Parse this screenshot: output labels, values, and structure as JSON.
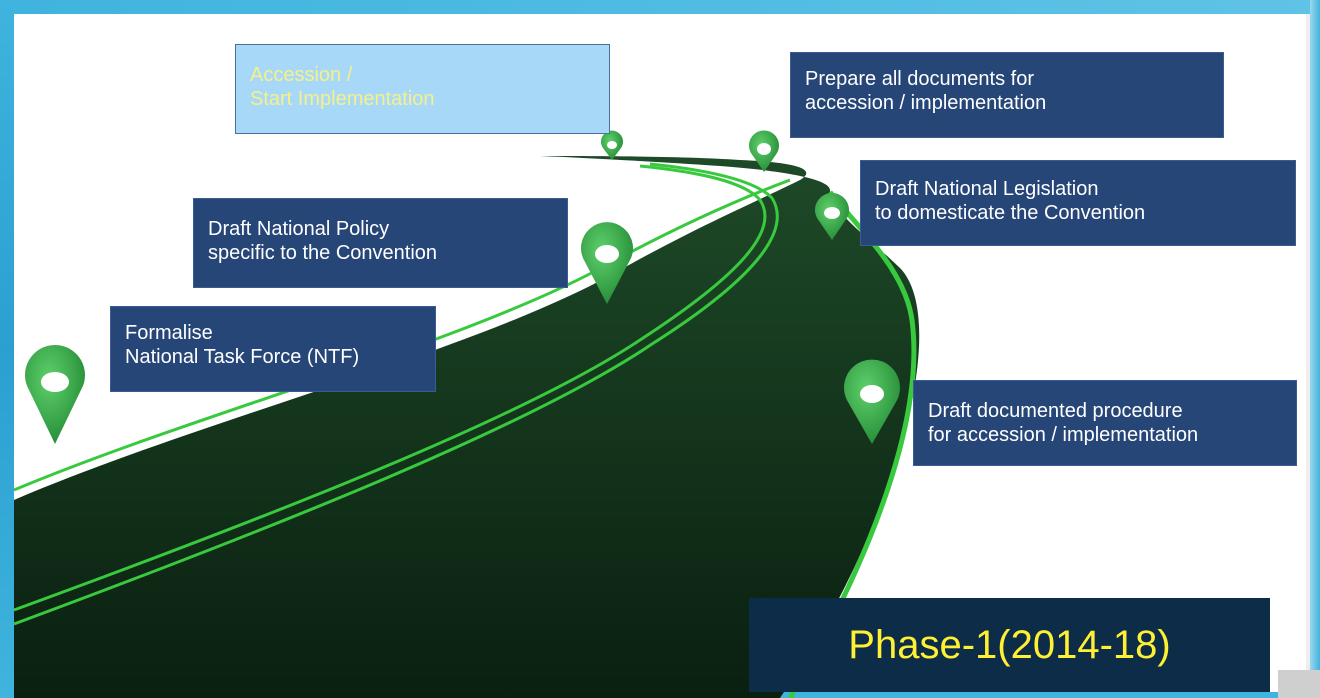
{
  "milestones": {
    "accession": {
      "line1": "Accession /",
      "line2": "Start Implementation"
    },
    "prepare_documents": {
      "line1": "Prepare all documents for",
      "line2": "accession / implementation"
    },
    "draft_legislation": {
      "line1": "Draft National Legislation",
      "line2": "to domesticate the Convention"
    },
    "draft_policy": {
      "line1": "Draft National Policy",
      "line2": "specific to the Convention"
    },
    "formalise_task_force": {
      "line1": "Formalise",
      "line2": "National Task Force (NTF)"
    },
    "draft_procedure": {
      "line1": "Draft documented procedure",
      "line2": "for accession / implementation"
    }
  },
  "phase_label": "Phase-1(2014-18)",
  "colors": {
    "frame_blue": "#3fb4de",
    "box_navy": "#264678",
    "box_light_blue": "#a8d8f8",
    "box_light_text": "#f5f08a",
    "phase_bg": "#0c2c48",
    "phase_text": "#fff033",
    "road_dark": "#0f2a17",
    "road_line": "#38c93e",
    "pin_green": "#35a84a"
  },
  "icons": [
    "map-pin-icon"
  ]
}
